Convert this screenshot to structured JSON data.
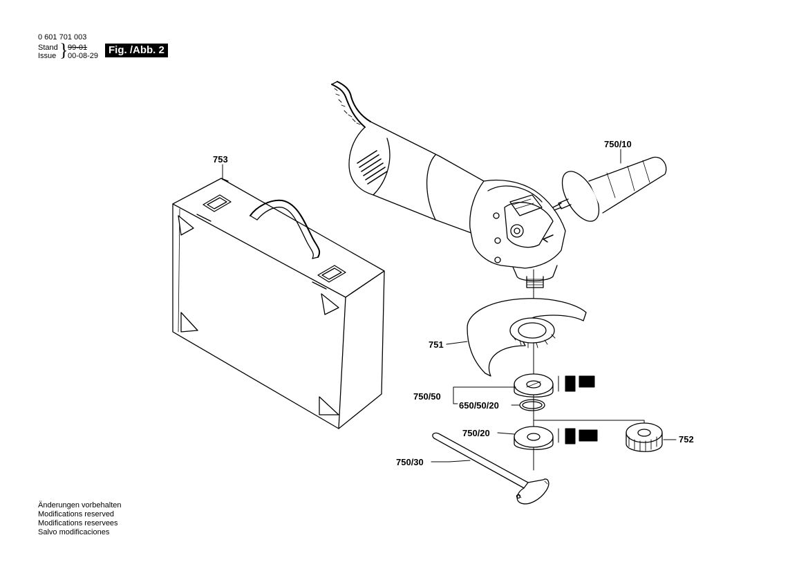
{
  "header": {
    "doc_number": "0 601 701 003",
    "stand_label": "Stand",
    "issue_label": "Issue",
    "stand_value": "99-01",
    "issue_value": "00-08-29",
    "figure_badge": "Fig. /Abb. 2"
  },
  "callouts": {
    "case": "753",
    "side_handle": "750/10",
    "guard": "751",
    "flange_group": "750/50",
    "o_ring": "650/50/20",
    "clamp_nut": "750/20",
    "quick_nut": "752",
    "spanner": "750/30"
  },
  "notes": [
    "Änderungen vorbehalten",
    "Modifications reserved",
    "Modifications reservees",
    "Salvo modificaciones"
  ]
}
